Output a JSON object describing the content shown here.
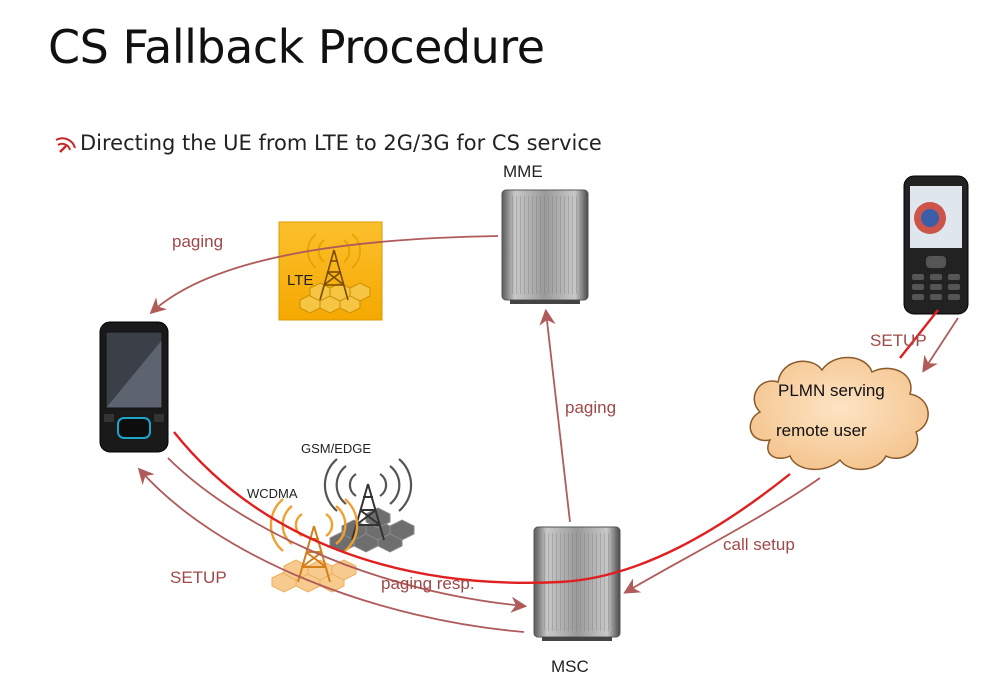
{
  "title": "CS Fallback Procedure",
  "subtitle": "Directing the UE from LTE to 2G/3G for CS service",
  "nodes": {
    "mme": "MME",
    "msc": "MSC",
    "lte": "LTE",
    "gsm": "GSM/EDGE",
    "wcdma": "WCDMA",
    "plmn_line1": "PLMN serving",
    "plmn_line2": "remote user"
  },
  "arrows": {
    "paging_lte": "paging",
    "paging_msc": "paging",
    "setup_remote": "SETUP",
    "setup_ue": "SETUP",
    "paging_resp": "paging resp.",
    "call_setup": "call setup"
  },
  "colors": {
    "arrow": "#b05a5a",
    "call_path": "#e02020",
    "lte_box": "#f5b800",
    "cloud": "#f7d2a6"
  },
  "icons": {
    "bullet": "signal-bullet-icon",
    "ue": "mobile-phone-icon",
    "remote": "remote-phone-icon",
    "server": "server-rack-icon",
    "tower": "cell-tower-icon"
  }
}
